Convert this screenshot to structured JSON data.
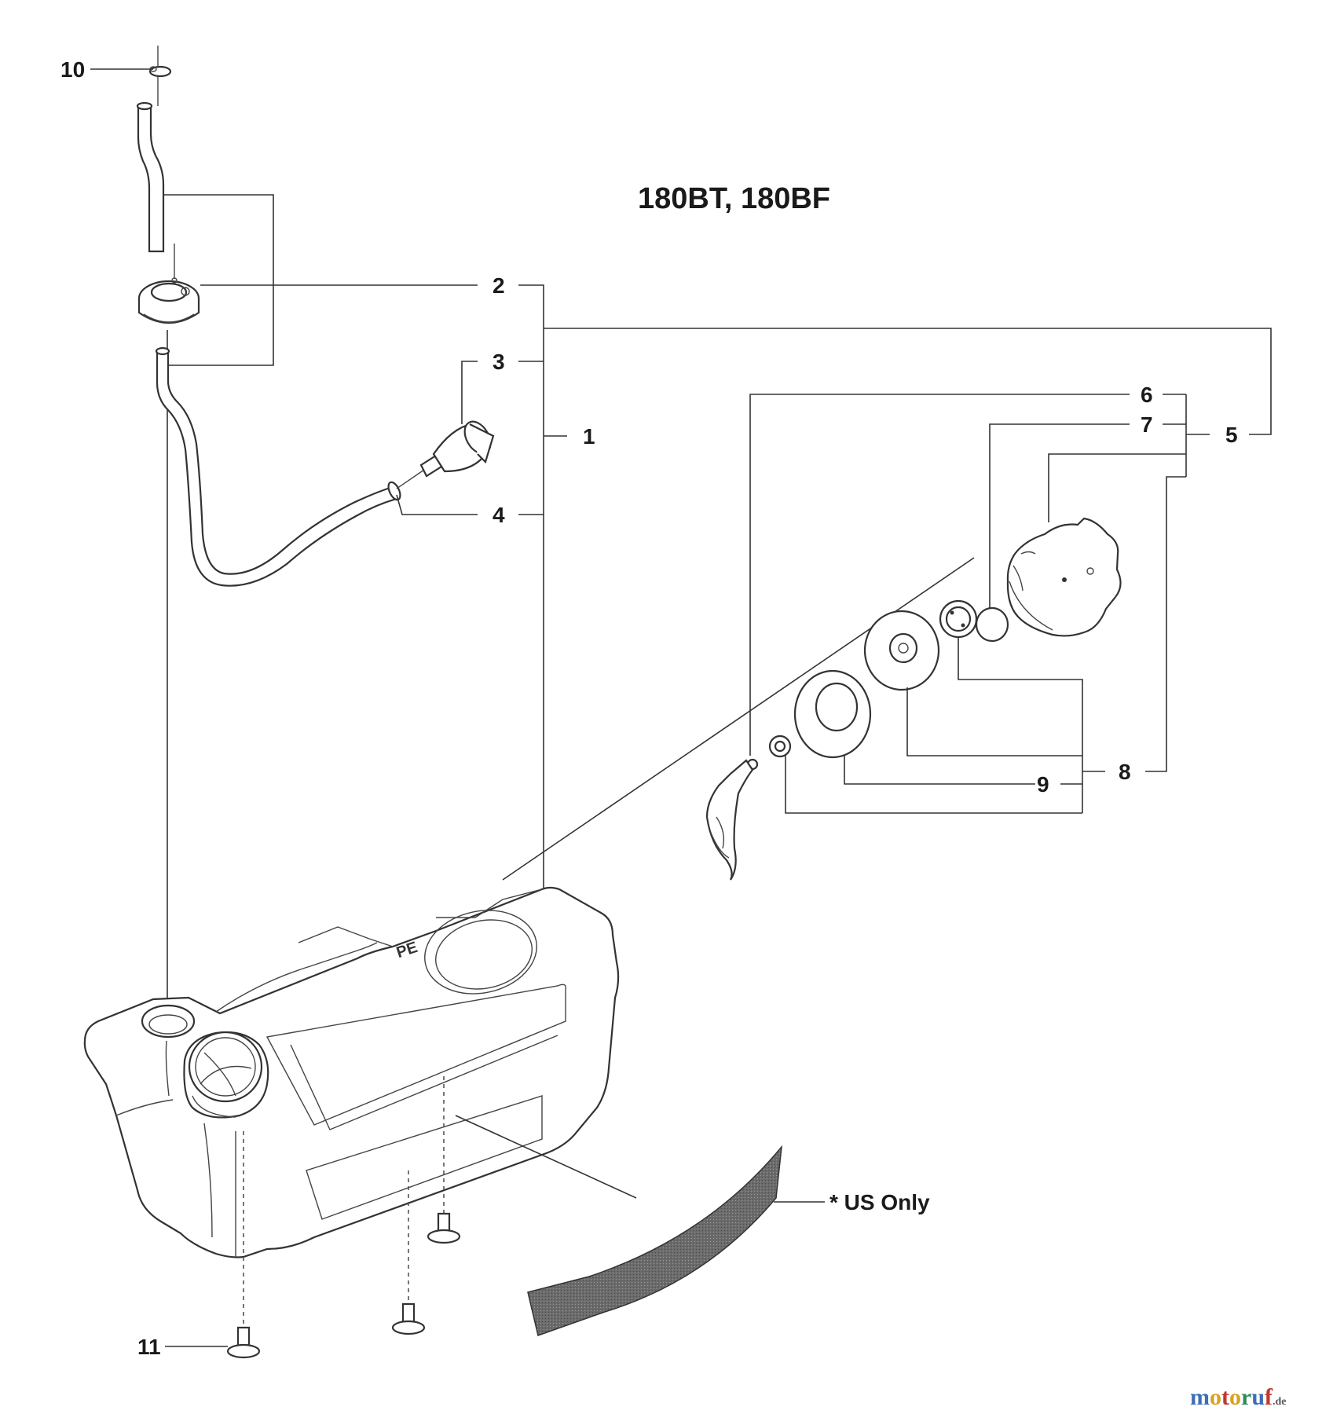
{
  "title": "180BT, 180BF",
  "callouts": [
    {
      "id": "1",
      "text": "1"
    },
    {
      "id": "2",
      "text": "2"
    },
    {
      "id": "3",
      "text": "3"
    },
    {
      "id": "4",
      "text": "4"
    },
    {
      "id": "5",
      "text": "5"
    },
    {
      "id": "6",
      "text": "6"
    },
    {
      "id": "7",
      "text": "7"
    },
    {
      "id": "8",
      "text": "8"
    },
    {
      "id": "9",
      "text": "9"
    },
    {
      "id": "10",
      "text": "10"
    },
    {
      "id": "11",
      "text": "11"
    }
  ],
  "note": "* US Only",
  "tank_mark": "PE",
  "watermark": {
    "main": "motoruf",
    "suffix": ".de"
  },
  "colors": {
    "line": "#333333",
    "decal": "#6b6b6b",
    "watermark_m": "#3b6fb6",
    "watermark_o": "#d9a21b",
    "watermark_t": "#c0392b",
    "watermark_r": "#2e8b57"
  }
}
